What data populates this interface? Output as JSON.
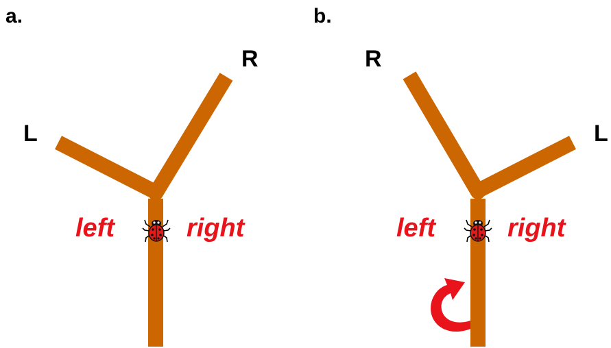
{
  "colors": {
    "branch": "#CC6600",
    "side_text": "#E8131B",
    "ladybug_body": "#E21B1B",
    "arrow": "#E8131B"
  },
  "panels": [
    {
      "label": "a.",
      "end_left": "L",
      "end_right": "R",
      "side_left": "left",
      "side_right": "right",
      "rotation_arrow": false
    },
    {
      "label": "b.",
      "end_left": "R",
      "end_right": "L",
      "side_left": "left",
      "side_right": "right",
      "rotation_arrow": true
    }
  ],
  "icons": {
    "ladybug": "ladybug-icon",
    "arrow": "curved-arrow-icon"
  }
}
